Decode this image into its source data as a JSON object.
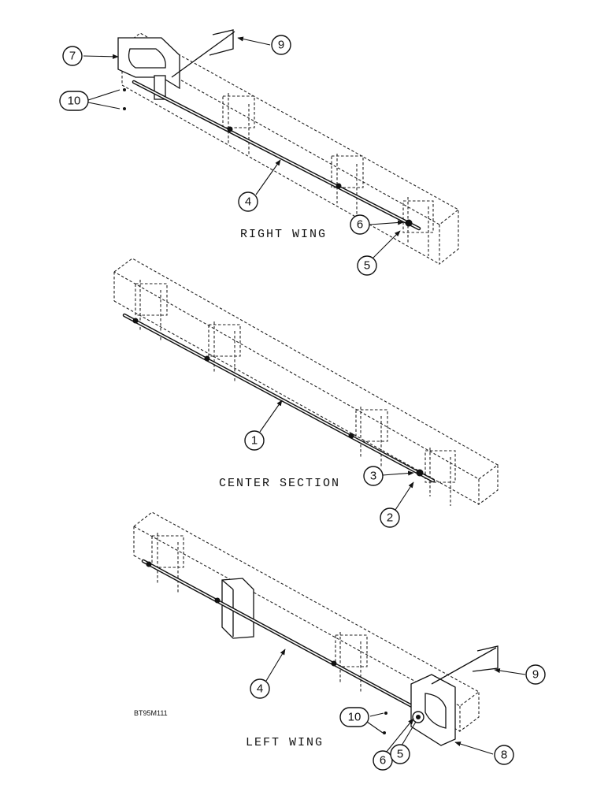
{
  "sections": {
    "right_wing": "RIGHT WING",
    "center_section": "CENTER SECTION",
    "left_wing": "LEFT WING"
  },
  "drawing_code": "BT95M111",
  "callouts": {
    "r7": "7",
    "r9": "9",
    "r10": "10",
    "r4": "4",
    "r6": "6",
    "r5": "5",
    "c1": "1",
    "c3": "3",
    "c2": "2",
    "l4": "4",
    "l9": "9",
    "l10": "10",
    "l6": "6",
    "l5": "5",
    "l8": "8"
  }
}
